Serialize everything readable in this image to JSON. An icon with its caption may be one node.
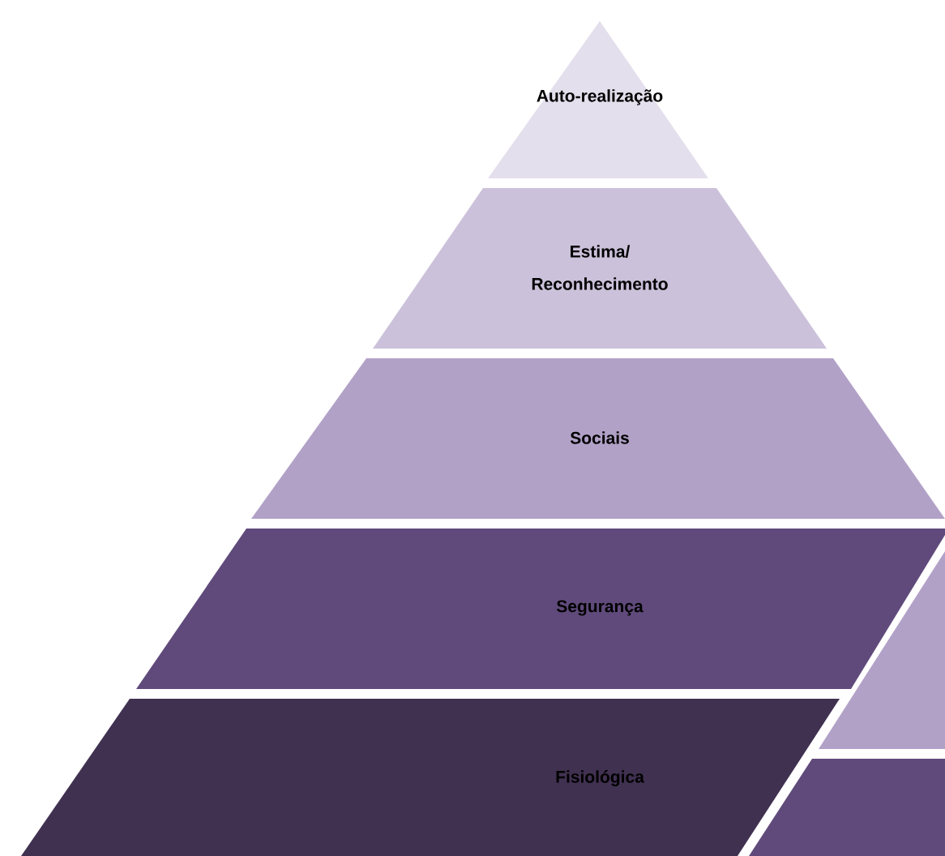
{
  "diagram": {
    "nodes": [
      {
        "text": [
          "Auto-realização"
        ]
      },
      {
        "text": [
          "Estima/ Reconhecimento"
        ]
      },
      {
        "text": [
          "Sociais"
        ]
      },
      {
        "text": [
          "Segurança"
        ]
      },
      {
        "text": [
          "Fisiológica"
        ]
      },
      {
        "text": [],
        "shape": "trapezoid"
      },
      {
        "text": [],
        "shape": "trapezoid"
      }
    ]
  }
}
